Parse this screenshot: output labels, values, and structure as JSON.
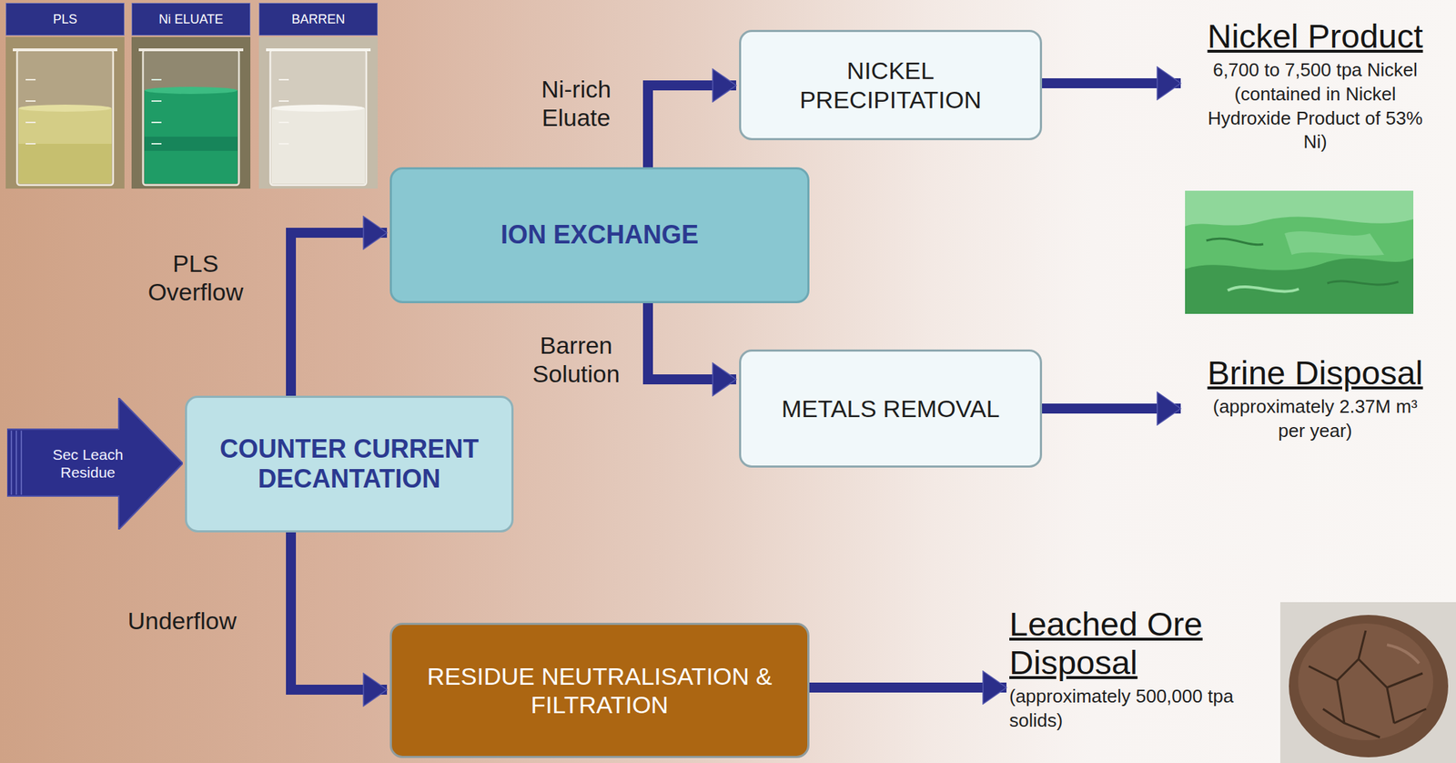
{
  "diagram": {
    "nodes": [
      {
        "text": [
          "PLS"
        ]
      },
      {
        "text": [
          "Ni ELUATE"
        ]
      },
      {
        "text": [
          "BARREN"
        ]
      },
      {
        "text": [
          "NICKEL PRECIPITATION"
        ]
      },
      {
        "text": [
          "Nickel Product",
          "6,700 to 7,500 tpa Nickel (contained in Nickel Hydroxide Product of 53% Ni)"
        ]
      },
      {
        "text": [
          "ION EXCHANGE"
        ]
      },
      {
        "text": [
          "METALS REMOVAL"
        ]
      },
      {
        "text": [
          "Brine Disposal",
          "(approximately 2.37M m³ per year)"
        ]
      },
      {
        "text": [
          "Sec Leach Residue"
        ]
      },
      {
        "text": [
          "COUNTER CURRENT DECANTATION"
        ]
      },
      {
        "text": [
          "RESIDUE NEUTRALISATION & FILTRATION"
        ]
      },
      {
        "text": [
          "Leached Ore Disposal",
          "(approximately 500,000 tpa solids)"
        ]
      }
    ],
    "edges": [
      {
        "from": 9,
        "to": 5,
        "label": "PLS Overflow",
        "arrow": "to"
      },
      {
        "from": 5,
        "to": 3,
        "label": "Ni-rich Eluate",
        "arrow": "to"
      },
      {
        "from": 5,
        "to": 6,
        "label": "Barren Solution",
        "arrow": "to"
      },
      {
        "from": 9,
        "to": 10,
        "label": "Underflow",
        "arrow": "to"
      },
      {
        "from": 3,
        "to": 4,
        "arrow": "to"
      },
      {
        "from": 6,
        "to": 7,
        "arrow": "to"
      },
      {
        "from": 10,
        "to": 11,
        "arrow": "to"
      }
    ]
  }
}
